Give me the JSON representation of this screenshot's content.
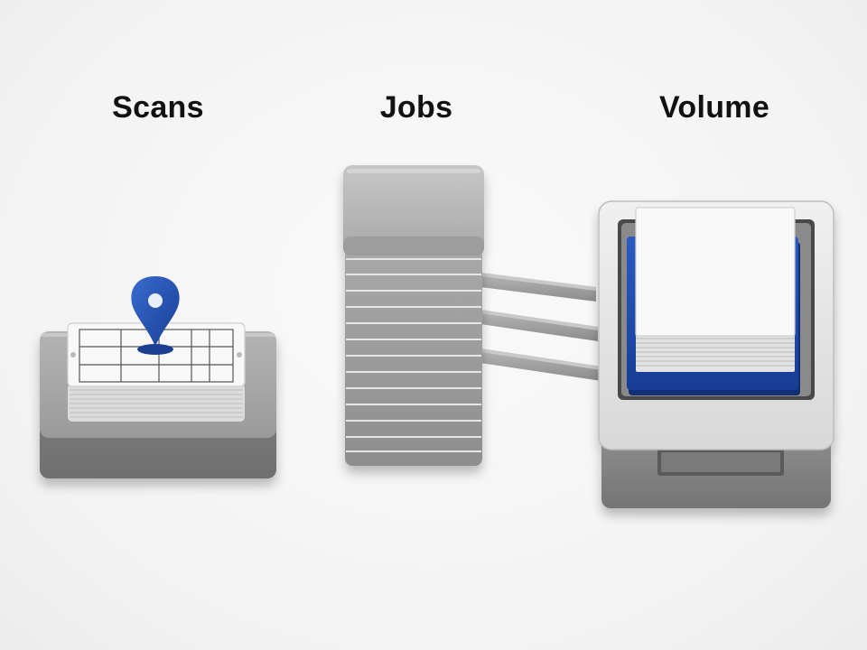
{
  "labels": {
    "scans": "Scans",
    "jobs": "Jobs",
    "volume": "Volume"
  },
  "colors": {
    "accent_blue": "#1f4fb0",
    "device_gray": "#8a8a8a",
    "light_gray": "#d9d9d9",
    "paper_white": "#f7f7f7"
  },
  "icons": {
    "scans": "map-pin-on-card-stack-icon",
    "jobs": "stacked-server-tower-icon",
    "volume": "paper-tray-icon"
  }
}
